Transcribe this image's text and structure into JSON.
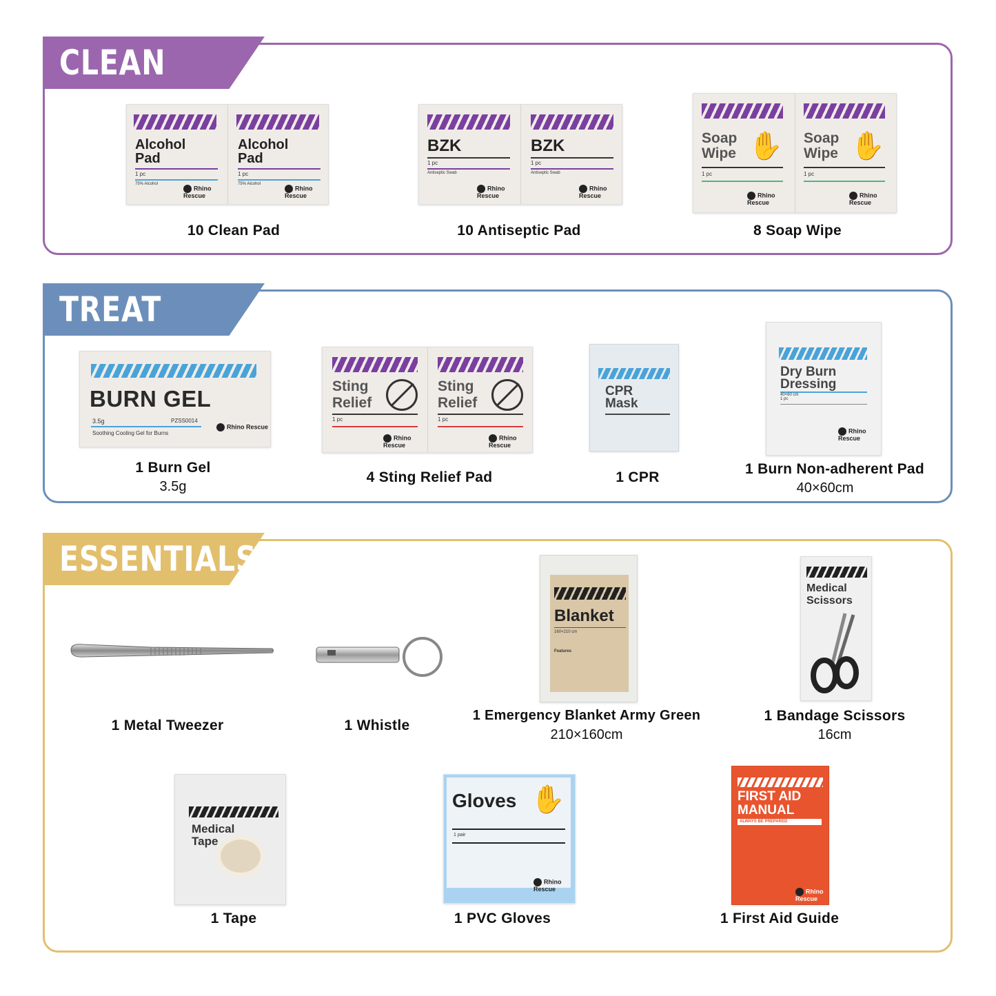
{
  "sections": {
    "clean": {
      "title": "CLEAN",
      "color": "#9b66ad",
      "items": [
        {
          "pack": "Alcohol Pad",
          "pack_name_l1": "Alcohol",
          "pack_name_l2": "Pad",
          "pack_qty": "1 pc",
          "pack_note": "75% Alcohol",
          "caption": "10  Clean Pad"
        },
        {
          "pack": "BZK",
          "pack_name_l1": "BZK",
          "pack_qty": "1 pc",
          "pack_note": "Antiseptic Swab",
          "caption": "10  Antiseptic Pad"
        },
        {
          "pack": "Soap Wipe",
          "pack_name_l1": "Soap",
          "pack_name_l2": "Wipe",
          "pack_qty": "1 pc",
          "caption": "8  Soap Wipe"
        }
      ]
    },
    "treat": {
      "title": "TREAT",
      "color": "#6b8fba",
      "items": [
        {
          "pack_name_l1": "BURN GEL",
          "pack_qty": "3.5g",
          "pack_code": "PZSS0014",
          "pack_features": "Soothing   Cooling   Gel for Burns",
          "caption": "1  Burn Gel",
          "sub": "3.5g"
        },
        {
          "pack_name_l1": "Sting",
          "pack_name_l2": "Relief",
          "pack_qty": "1 pc",
          "caption": "4  Sting Relief Pad"
        },
        {
          "pack_name_l1": "CPR",
          "pack_name_l2": "Mask",
          "caption": "1  CPR"
        },
        {
          "pack_name_l1": "Dry Burn",
          "pack_name_l2": "Dressing",
          "pack_size": "40×60 cm",
          "pack_qty": "1 pc",
          "caption": "1  Burn Non-adherent Pad",
          "sub": "40×60cm"
        }
      ]
    },
    "essentials": {
      "title": "ESSENTIALS",
      "color": "#e2bf6c",
      "items": [
        {
          "caption": "1  Metal Tweezer"
        },
        {
          "caption": "1 Whistle"
        },
        {
          "pack_name_l1": "Blanket",
          "pack_size": "160×210 cm",
          "pack_note": "Features",
          "caption": "1  Emergency Blanket Army Green",
          "sub": "210×160cm"
        },
        {
          "pack_name_l1": "Medical",
          "pack_name_l2": "Scissors",
          "caption": "1  Bandage Scissors",
          "sub": "16cm"
        },
        {
          "pack_name_l1": "Medical",
          "pack_name_l2": "Tape",
          "caption": "1  Tape"
        },
        {
          "pack_name_l1": "Gloves",
          "pack_qty": "1 pair",
          "caption": "1  PVC Gloves"
        },
        {
          "pack_name_l1": "FIRST AID",
          "pack_name_l2": "MANUAL",
          "pack_note": "ALWAYS BE PREPARED",
          "caption": "1 First Aid Guide"
        }
      ]
    }
  },
  "brand": "Rhino Rescue",
  "colors": {
    "purple": "#7b3fa0",
    "blue": "#4aa3d8",
    "red": "#d83a3a",
    "green": "#4fb67a",
    "orange": "#e8542e"
  }
}
